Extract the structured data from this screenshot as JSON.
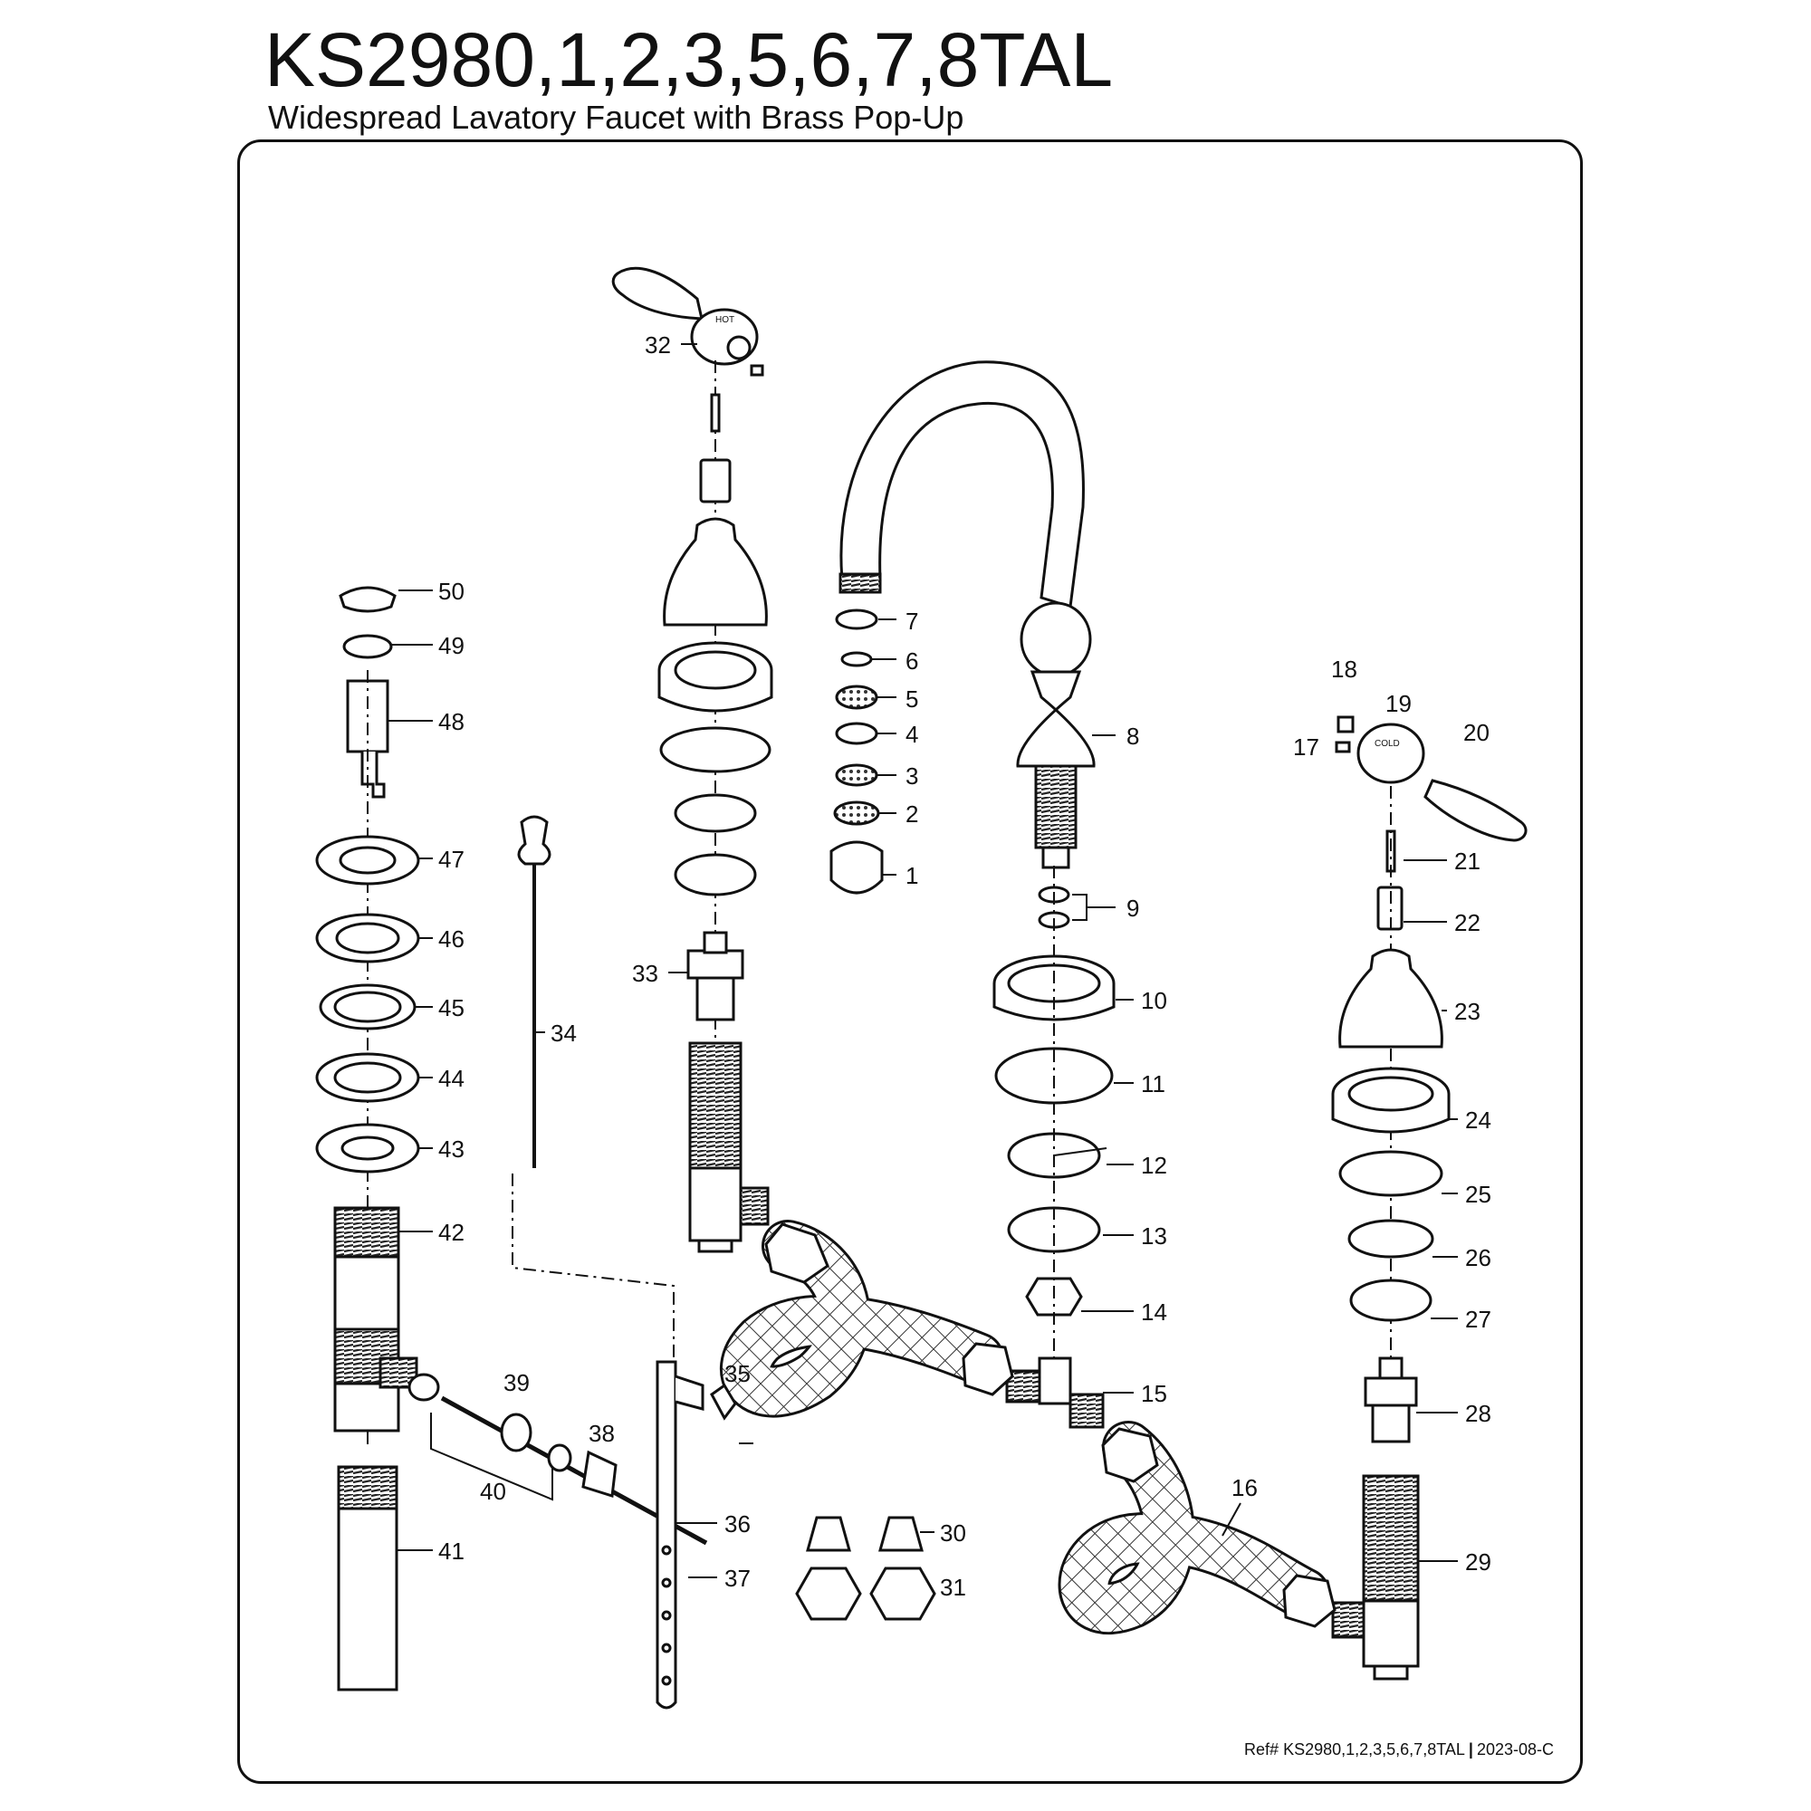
{
  "header": {
    "title": "KS2980,1,2,3,5,6,7,8TAL",
    "subtitle": "Widespread Lavatory Faucet with Brass Pop-Up"
  },
  "handles": {
    "hot_label": "HOT",
    "cold_label": "COLD"
  },
  "part_labels": {
    "p1": "1",
    "p2": "2",
    "p3": "3",
    "p4": "4",
    "p5": "5",
    "p6": "6",
    "p7": "7",
    "p8": "8",
    "p9": "9",
    "p10": "10",
    "p11": "11",
    "p12": "12",
    "p13": "13",
    "p14": "14",
    "p15": "15",
    "p16": "16",
    "p17": "17",
    "p18": "18",
    "p19": "19",
    "p20": "20",
    "p21": "21",
    "p22": "22",
    "p23": "23",
    "p24": "24",
    "p25": "25",
    "p26": "26",
    "p27": "27",
    "p28": "28",
    "p29": "29",
    "p30": "30",
    "p31": "31",
    "p32": "32",
    "p33": "33",
    "p34": "34",
    "p35": "35",
    "p36": "36",
    "p37": "37",
    "p38": "38",
    "p39": "39",
    "p40": "40",
    "p41": "41",
    "p42": "42",
    "p43": "43",
    "p44": "44",
    "p45": "45",
    "p46": "46",
    "p47": "47",
    "p48": "48",
    "p49": "49",
    "p50": "50"
  },
  "footer": {
    "ref": "Ref# KS2980,1,2,3,5,6,7,8TAL",
    "separator": "|",
    "revision": "2023-08-C"
  }
}
